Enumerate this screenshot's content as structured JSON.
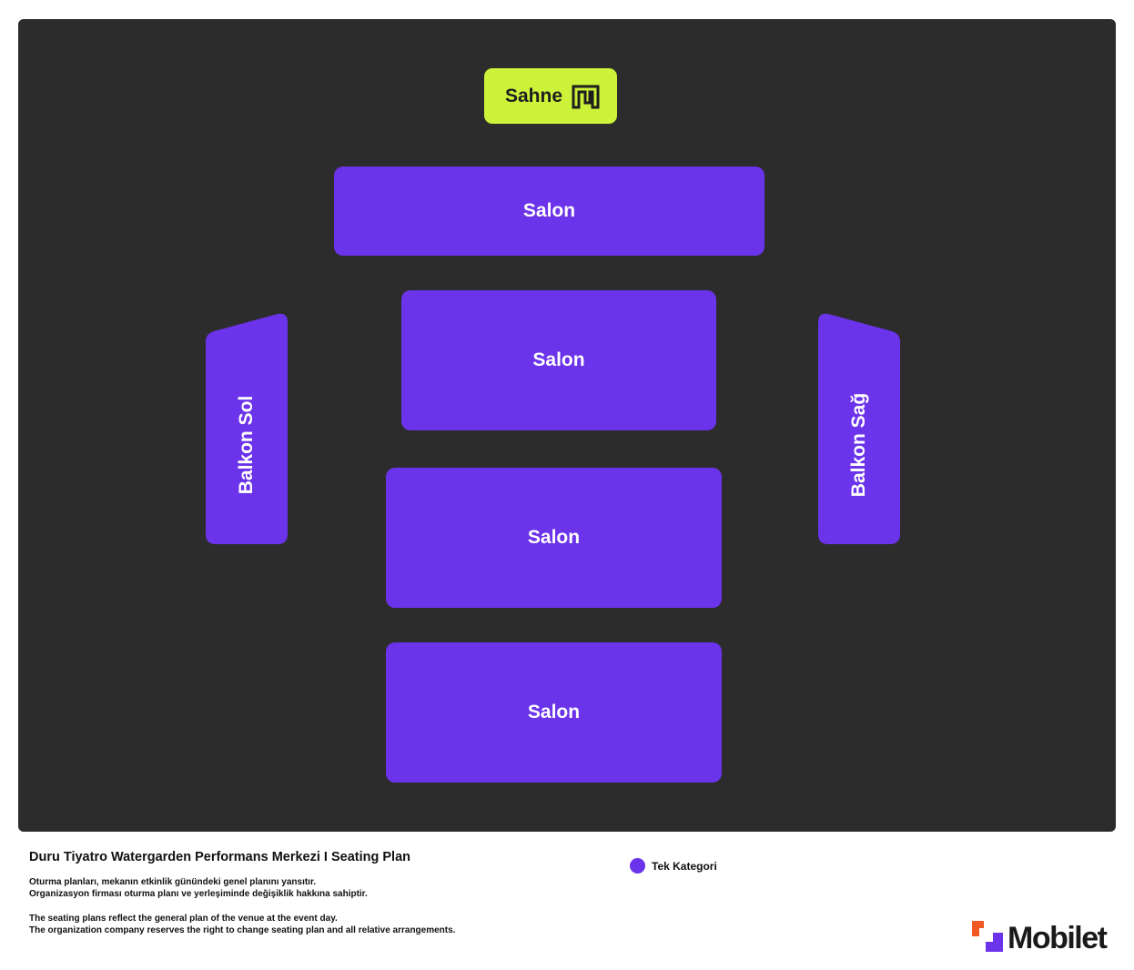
{
  "plan": {
    "stage_label": "Sahne",
    "sections": {
      "salon_1": "Salon",
      "salon_2": "Salon",
      "salon_3": "Salon",
      "salon_4": "Salon",
      "balcony_left": "Balkon Sol",
      "balcony_right": "Balkon Sağ"
    }
  },
  "colors": {
    "stage": "#cdf23a",
    "section": "#6b33ea",
    "background": "#2c2c2c",
    "brand_orange": "#f05a22"
  },
  "footer": {
    "title": "Duru Tiyatro Watergarden Performans Merkezi I Seating Plan",
    "notes_tr": [
      "Oturma planları, mekanın etkinlik günündeki genel planını yansıtır.",
      "Organizasyon firması oturma planı ve yerleşiminde değişiklik hakkına sahiptir."
    ],
    "notes_en": [
      "The seating plans reflect the general plan of the venue at the event day.",
      "The organization company reserves the right to change seating plan and all relative arrangements."
    ]
  },
  "legend": {
    "label": "Tek Kategori"
  },
  "brand": {
    "name": "Mobilet",
    "logo_icon": "mobilet-logo-icon"
  }
}
